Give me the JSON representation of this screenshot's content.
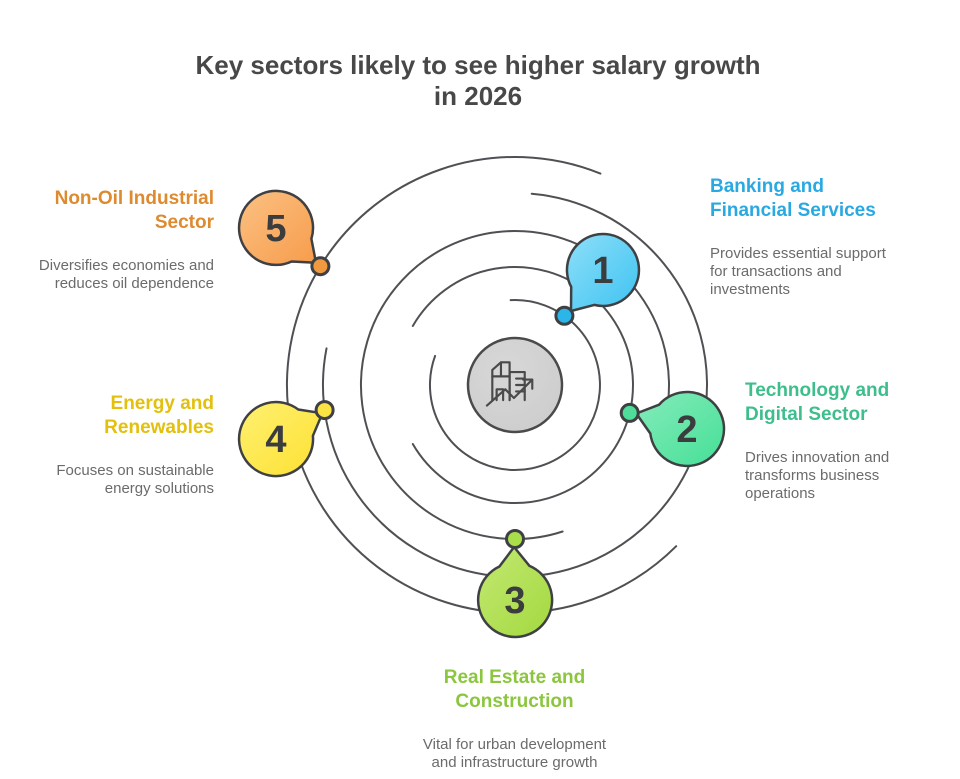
{
  "title": "Key sectors likely to see higher salary growth in 2026",
  "colors": {
    "title_text": "#484848",
    "description_text": "#6b6b6b",
    "orbit_line": "#4f5054",
    "bubble_stroke": "#3f4043",
    "number_text": "#3b3c3e",
    "center_fill": "#cbcbcb",
    "center_stroke": "#4a4a4a"
  },
  "center_icon": "buildings-growth-icon",
  "sectors": [
    {
      "num": "1",
      "name": "Banking and Financial Services",
      "description": "Provides essential support for transactions and investments",
      "title_color": "#29a9e1",
      "bubble_color": "#3ec3f1",
      "bubble_color_light": "#8edff9",
      "dot_color": "#2cb5e9"
    },
    {
      "num": "2",
      "name": "Technology and Digital Sector",
      "description": "Drives innovation and transforms business operations",
      "title_color": "#3ebe8c",
      "bubble_color": "#46df97",
      "bubble_color_light": "#85ecbb",
      "dot_color": "#4fde9a"
    },
    {
      "num": "3",
      "name": "Real Estate and Construction",
      "description": "Vital for urban development and infrastructure growth",
      "title_color": "#8cc63f",
      "bubble_color": "#a3d93f",
      "bubble_color_light": "#c3e872",
      "dot_color": "#a9df4b"
    },
    {
      "num": "4",
      "name": "Energy and Renewables",
      "description": "Focuses on sustainable energy solutions",
      "title_color": "#e2c00d",
      "bubble_color": "#fce030",
      "bubble_color_light": "#fff172",
      "dot_color": "#fce344"
    },
    {
      "num": "5",
      "name": "Non-Oil Industrial Sector",
      "description": "Diversifies economies and reduces oil dependence",
      "title_color": "#de8a2e",
      "bubble_color": "#f79c4b",
      "bubble_color_light": "#fbc183",
      "dot_color": "#f0993e"
    }
  ]
}
